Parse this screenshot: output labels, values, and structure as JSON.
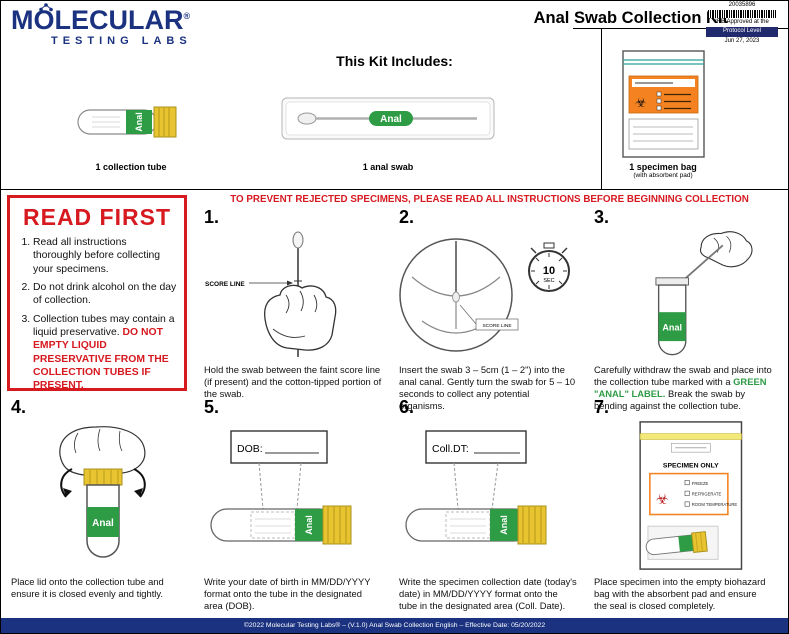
{
  "header": {
    "logo": {
      "word1": "MOLECULAR",
      "reg": "®",
      "word2": "TESTING LABS"
    },
    "title": "Anal Swab Collection Kit",
    "approval": {
      "number": "20035896",
      "line1": "IRB Approved at the",
      "line2": "Protocol Level",
      "date": "Jun 27, 2023"
    }
  },
  "kit": {
    "heading": "This Kit Includes:",
    "tube_caption": "1 collection tube",
    "swab_caption": "1 anal swab",
    "bag_caption": "1 specimen bag",
    "bag_subcaption": "(with absorbent pad)"
  },
  "labels": {
    "anal": "Anal",
    "score_line": "SCORE LINE",
    "timer_value": "10",
    "timer_unit": "SEC",
    "dob": "DOB:",
    "coll_dt": "Coll.DT:",
    "specimen_only": "SPECIMEN ONLY",
    "check_freeze": "FREEZE",
    "check_refrigerate": "REFRIGERATE",
    "check_room_temp": "ROOM TEMPERATURE"
  },
  "read_first": {
    "heading": "READ FIRST",
    "item1": "Read all instructions thoroughly before collecting your specimens.",
    "item2": "Do not drink alcohol on the day of collection.",
    "item3_start": "Collection tubes may contain a liquid preservative. ",
    "item3_warning": "DO NOT EMPTY LIQUID PRESERVATIVE FROM THE COLLECTION TUBES IF PRESENT."
  },
  "warning_banner": "TO PREVENT REJECTED SPECIMENS, PLEASE READ ALL INSTRUCTIONS BEFORE BEGINNING COLLECTION",
  "steps": {
    "s1": {
      "num": "1.",
      "text": "Hold the swab between the faint score line (if present) and the cotton-tipped portion of the swab."
    },
    "s2": {
      "num": "2.",
      "text": "Insert the swab 3 – 5cm (1 – 2\") into the anal canal. Gently turn the swab for 5 – 10 seconds to collect any potential organisms."
    },
    "s3": {
      "num": "3.",
      "text_start": "Carefully withdraw the swab and place into the collection tube marked with a ",
      "text_green": "GREEN \"ANAL\" LABEL.",
      "text_end": " Break the swab by bending against the collection tube."
    },
    "s4": {
      "num": "4.",
      "text": "Place lid onto the collection tube and ensure it is closed evenly and tightly."
    },
    "s5": {
      "num": "5.",
      "text": "Write your date of birth in MM/DD/YYYY format onto the tube in the designated area (DOB)."
    },
    "s6": {
      "num": "6.",
      "text": "Write the specimen collection date (today's date) in MM/DD/YYYY format onto the tube in the designated area (Coll. Date)."
    },
    "s7": {
      "num": "7.",
      "text": "Place specimen into the empty biohazard bag with the absorbent pad and ensure the seal is closed completely."
    }
  },
  "footer": {
    "text": "©2022 Molecular Testing Labs® – (V.1.0) Anal Swab Collection English – Effective Date: 05/20/2022"
  },
  "colors": {
    "brand_blue": "#1b3281",
    "alert_red": "#d71920",
    "label_green": "#2e9b45",
    "cap_yellow": "#e8c430",
    "bag_orange": "#f58220"
  }
}
